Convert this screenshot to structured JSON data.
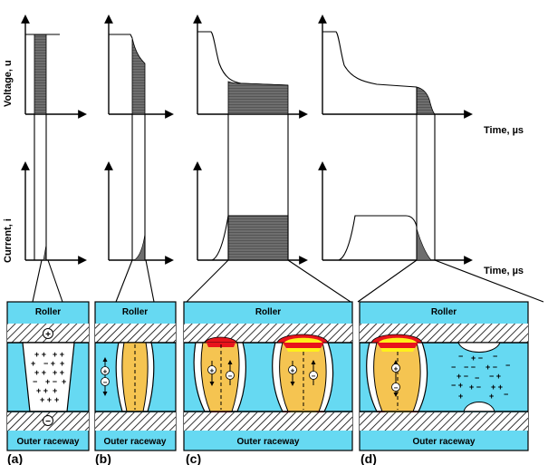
{
  "axes": {
    "y_top": "Voltage, u",
    "y_bottom": "Current, i",
    "x_top": "Time, µs",
    "x_bottom": "Time, µs"
  },
  "panels": [
    {
      "label": "(a)",
      "top_label": "Roller",
      "bottom_label": "Outer raceway"
    },
    {
      "label": "(b)",
      "top_label": "Roller",
      "bottom_label": "Outer raceway"
    },
    {
      "label": "(c)",
      "top_label": "Roller",
      "bottom_label": "Outer raceway"
    },
    {
      "label": "(d)",
      "top_label": "Roller",
      "bottom_label": "Outer raceway"
    }
  ],
  "colors": {
    "box_fill": "#66D9F2",
    "channel_fill": "#F5C451",
    "molten_red": "#E8141C",
    "molten_yellow": "#FFF01A",
    "shaded_area": "#6E6E6E"
  },
  "signs": {
    "plus": "+",
    "minus": "−"
  }
}
